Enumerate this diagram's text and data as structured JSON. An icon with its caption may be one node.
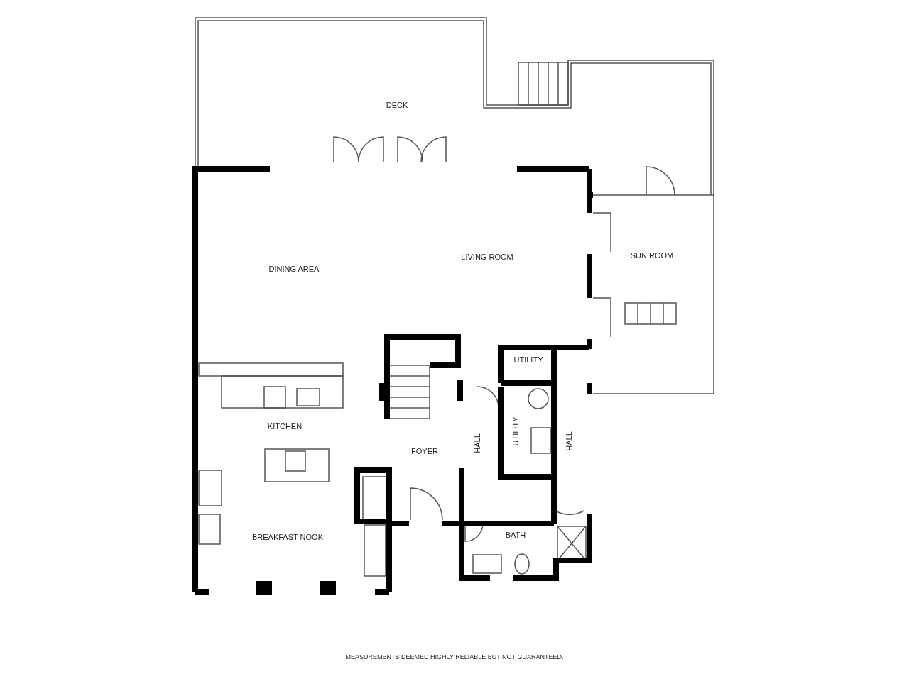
{
  "diagram": {
    "caption": "MEASUREMENTS DEEMED HIGHLY RELIABLE BUT NOT GUARANTEED.",
    "labels": [
      "DECK",
      "DINING AREA",
      "LIVING ROOM",
      "SUN ROOM",
      "UTILITY",
      "KITCHEN",
      "FOYER",
      "HALL",
      "UTILITY",
      "HALL",
      "BATH",
      "BREAKFAST NOOK"
    ]
  }
}
